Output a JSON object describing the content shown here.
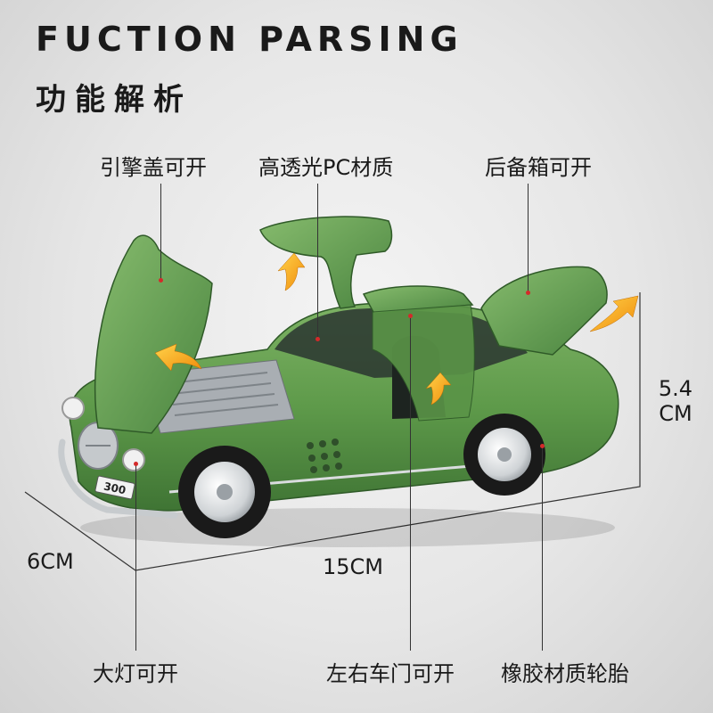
{
  "header": {
    "title_en": "FUCTION PARSING",
    "title_zh": "功能解析"
  },
  "labels": {
    "hood": "引擎盖可开",
    "windows": "高透光PC材质",
    "trunk": "后备箱可开",
    "headlights": "大灯可开",
    "doors": "左右车门可开",
    "tires": "橡胶材质轮胎"
  },
  "dimensions": {
    "height_value": "5.4",
    "height_unit": "CM",
    "depth": "6CM",
    "length": "15CM"
  },
  "plate_text": "300",
  "colors": {
    "car_green": "#5e9a4a",
    "car_green_dark": "#3f7434",
    "arrow_orange": "#f5a312",
    "leader_dot": "#d42a2a"
  }
}
